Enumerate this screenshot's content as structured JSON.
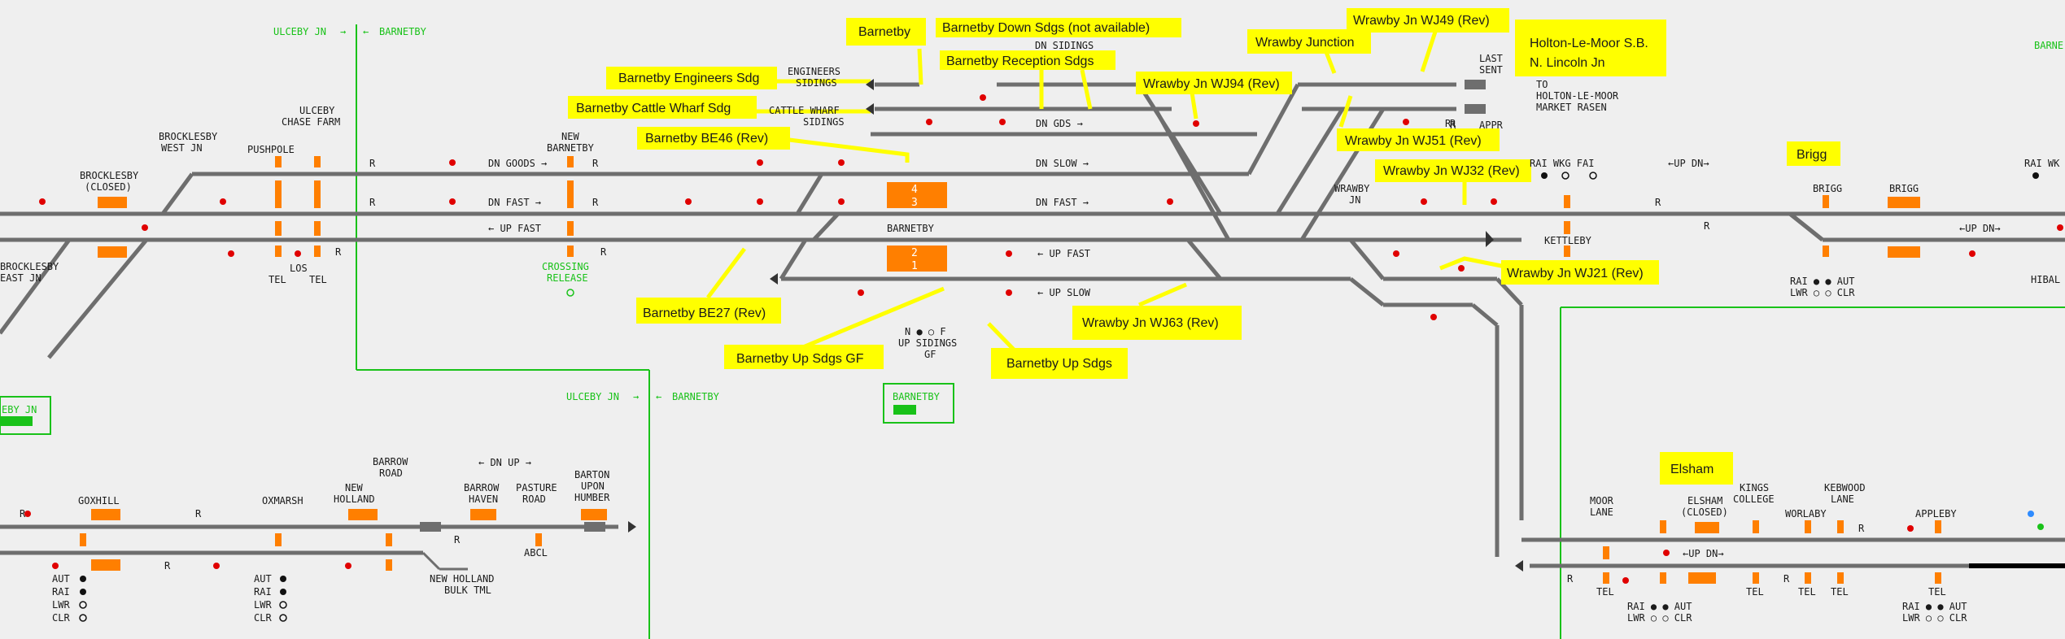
{
  "yellow_notes": {
    "barnetby": "Barnetby",
    "down_sdgs": "Barnetby Down Sdgs  (not available)",
    "reception": "Barnetby Reception Sdgs",
    "wrawby_junction": "Wrawby Junction",
    "wj49": "Wrawby Jn WJ49 (Rev)",
    "holton1": "Holton-Le-Moor S.B.",
    "holton2": "N. Lincoln Jn",
    "engineers": "Barnetby Engineers Sdg",
    "cattle": "Barnetby Cattle Wharf Sdg",
    "be46": "Barnetby BE46 (Rev)",
    "wj94": "Wrawby Jn WJ94 (Rev)",
    "wj51": "Wrawby Jn WJ51 (Rev)",
    "wj32": "Wrawby Jn WJ32 (Rev)",
    "brigg": "Brigg",
    "be27": "Barnetby BE27 (Rev)",
    "up_sdgs_gf": "Barnetby Up Sdgs GF",
    "up_sdgs": "Barnetby Up Sdgs",
    "wj63": "Wrawby Jn WJ63 (Rev)",
    "wj21": "Wrawby Jn WJ21 (Rev)",
    "elsham": "Elsham"
  },
  "green_labels": {
    "ulceby_top_left": "ULCEBY JN",
    "barnetby_top": "BARNETBY",
    "ulceby_mid": "ULCEBY JN",
    "barnetby_mid": "BARNETBY",
    "crossing1": "CROSSING",
    "crossing2": "RELEASE",
    "barnetby_box": "BARNETBY",
    "left_box": "EBY JN",
    "right_edge": "BARNE"
  },
  "track_labels": {
    "dn_goods": "DN GOODS →",
    "dn_fast_left": "DN FAST →",
    "up_fast_left": "← UP FAST",
    "dn_sidings": "DN SIDINGS",
    "dn_gds": "DN GDS →",
    "dn_slow": "DN SLOW →",
    "dn_fast_mid": "DN FAST →",
    "barnetby_plat": "BARNETBY",
    "up_fast_mid": "← UP FAST",
    "up_slow": "← UP SLOW",
    "up_dn_right": "←UP DN→",
    "up_dn_brigg": "←UP DN→",
    "dn_up_lower": "← DN UP →",
    "up_dn_lower": "←UP DN→"
  },
  "places": {
    "brocklesby_closed1": "BROCKLESBY",
    "brocklesby_closed2": "(CLOSED)",
    "brocklesby_wj1": "BROCKLESBY",
    "brocklesby_wj2": "WEST JN",
    "pushpole": "PUSHPOLE",
    "ulceby_cf1": "ULCEBY",
    "ulceby_cf2": "CHASE FARM",
    "new_barnetby1": "NEW",
    "new_barnetby2": "BARNETBY",
    "brocklesby_ej1": "BROCKLESBY",
    "brocklesby_ej2": "EAST JN",
    "engineers1": "ENGINEERS",
    "engineers2": "SIDINGS",
    "cattle1": "CATTLE WHARF",
    "cattle2": "SIDINGS",
    "last_sent1": "LAST",
    "last_sent2": "SENT",
    "appr": "APPR",
    "to1": "TO",
    "to2": "HOLTON-LE-MOOR",
    "to3": "MARKET RASEN",
    "wrawby1": "WRAWBY",
    "wrawby2": "JN",
    "kettleby": "KETTLEBY",
    "rai_wkg_fai": "RAI WKG FAI",
    "brigg1": "BRIGG",
    "brigg2": "BRIGG",
    "rai_wk": "RAI WK",
    "hibal": "HIBAL",
    "up_sidings_gf1": "N ● ○ F",
    "up_sidings_gf2": "UP SIDINGS",
    "up_sidings_gf3": "GF",
    "plat43": "4\n3",
    "plat21": "2\n1",
    "goxhill": "GOXHILL",
    "oxmarsh": "OXMARSH",
    "new_holland1": "NEW",
    "new_holland2": "HOLLAND",
    "barrow_road1": "BARROW",
    "barrow_road2": "ROAD",
    "barrow_haven1": "BARROW",
    "barrow_haven2": "HAVEN",
    "pasture_road1": "PASTURE",
    "pasture_road2": "ROAD",
    "barton1": "BARTON",
    "barton2": "UPON",
    "barton3": "HUMBER",
    "abcl": "ABCL",
    "nh_bulk1": "NEW HOLLAND",
    "nh_bulk2": "BULK TML",
    "moor_lane1": "MOOR",
    "moor_lane2": "LANE",
    "elsham1": "ELSHAM",
    "elsham2": "(CLOSED)",
    "kings1": "KINGS",
    "kings2": "COLLEGE",
    "worlaby": "WORLABY",
    "kebwood1": "KEBWOOD",
    "kebwood2": "LANE",
    "appleby": "APPLEBY",
    "tel": "TEL",
    "los": "LOS",
    "rai": "RAI",
    "lwr": "LWR",
    "aut": "AUT",
    "clr": "CLR",
    "rai_s": "RAI ● ● AUT",
    "lwr_s": "LWR ○ ○ CLR",
    "r_label": "R"
  },
  "colors": {
    "background": "#efefef",
    "track": "#6e6e6e",
    "platform": "#ff7f00",
    "note": "#ffff00",
    "signal": "#e00000",
    "boundary": "#19c219"
  }
}
